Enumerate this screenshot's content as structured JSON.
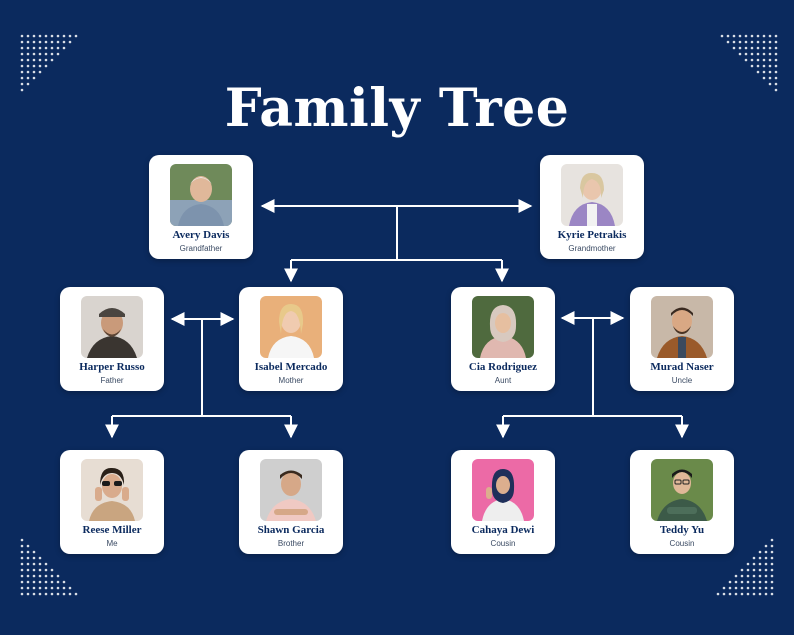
{
  "title": "Family Tree",
  "colors": {
    "background": "#0b2a5e",
    "card": "#ffffff",
    "line": "#ffffff"
  },
  "members": {
    "avery": {
      "name": "Avery Davis",
      "role": "Grandfather"
    },
    "kyrie": {
      "name": "Kyrie Petrakis",
      "role": "Grandmother"
    },
    "harper": {
      "name": "Harper Russo",
      "role": "Father"
    },
    "isabel": {
      "name": "Isabel Mercado",
      "role": "Mother"
    },
    "cia": {
      "name": "Cia Rodriguez",
      "role": "Aunt"
    },
    "murad": {
      "name": "Murad Naser",
      "role": "Uncle"
    },
    "reese": {
      "name": "Reese Miller",
      "role": "Me"
    },
    "shawn": {
      "name": "Shawn Garcia",
      "role": "Brother"
    },
    "cahaya": {
      "name": "Cahaya Dewi",
      "role": "Cousin"
    },
    "teddy": {
      "name": "Teddy Yu",
      "role": "Cousin"
    }
  }
}
